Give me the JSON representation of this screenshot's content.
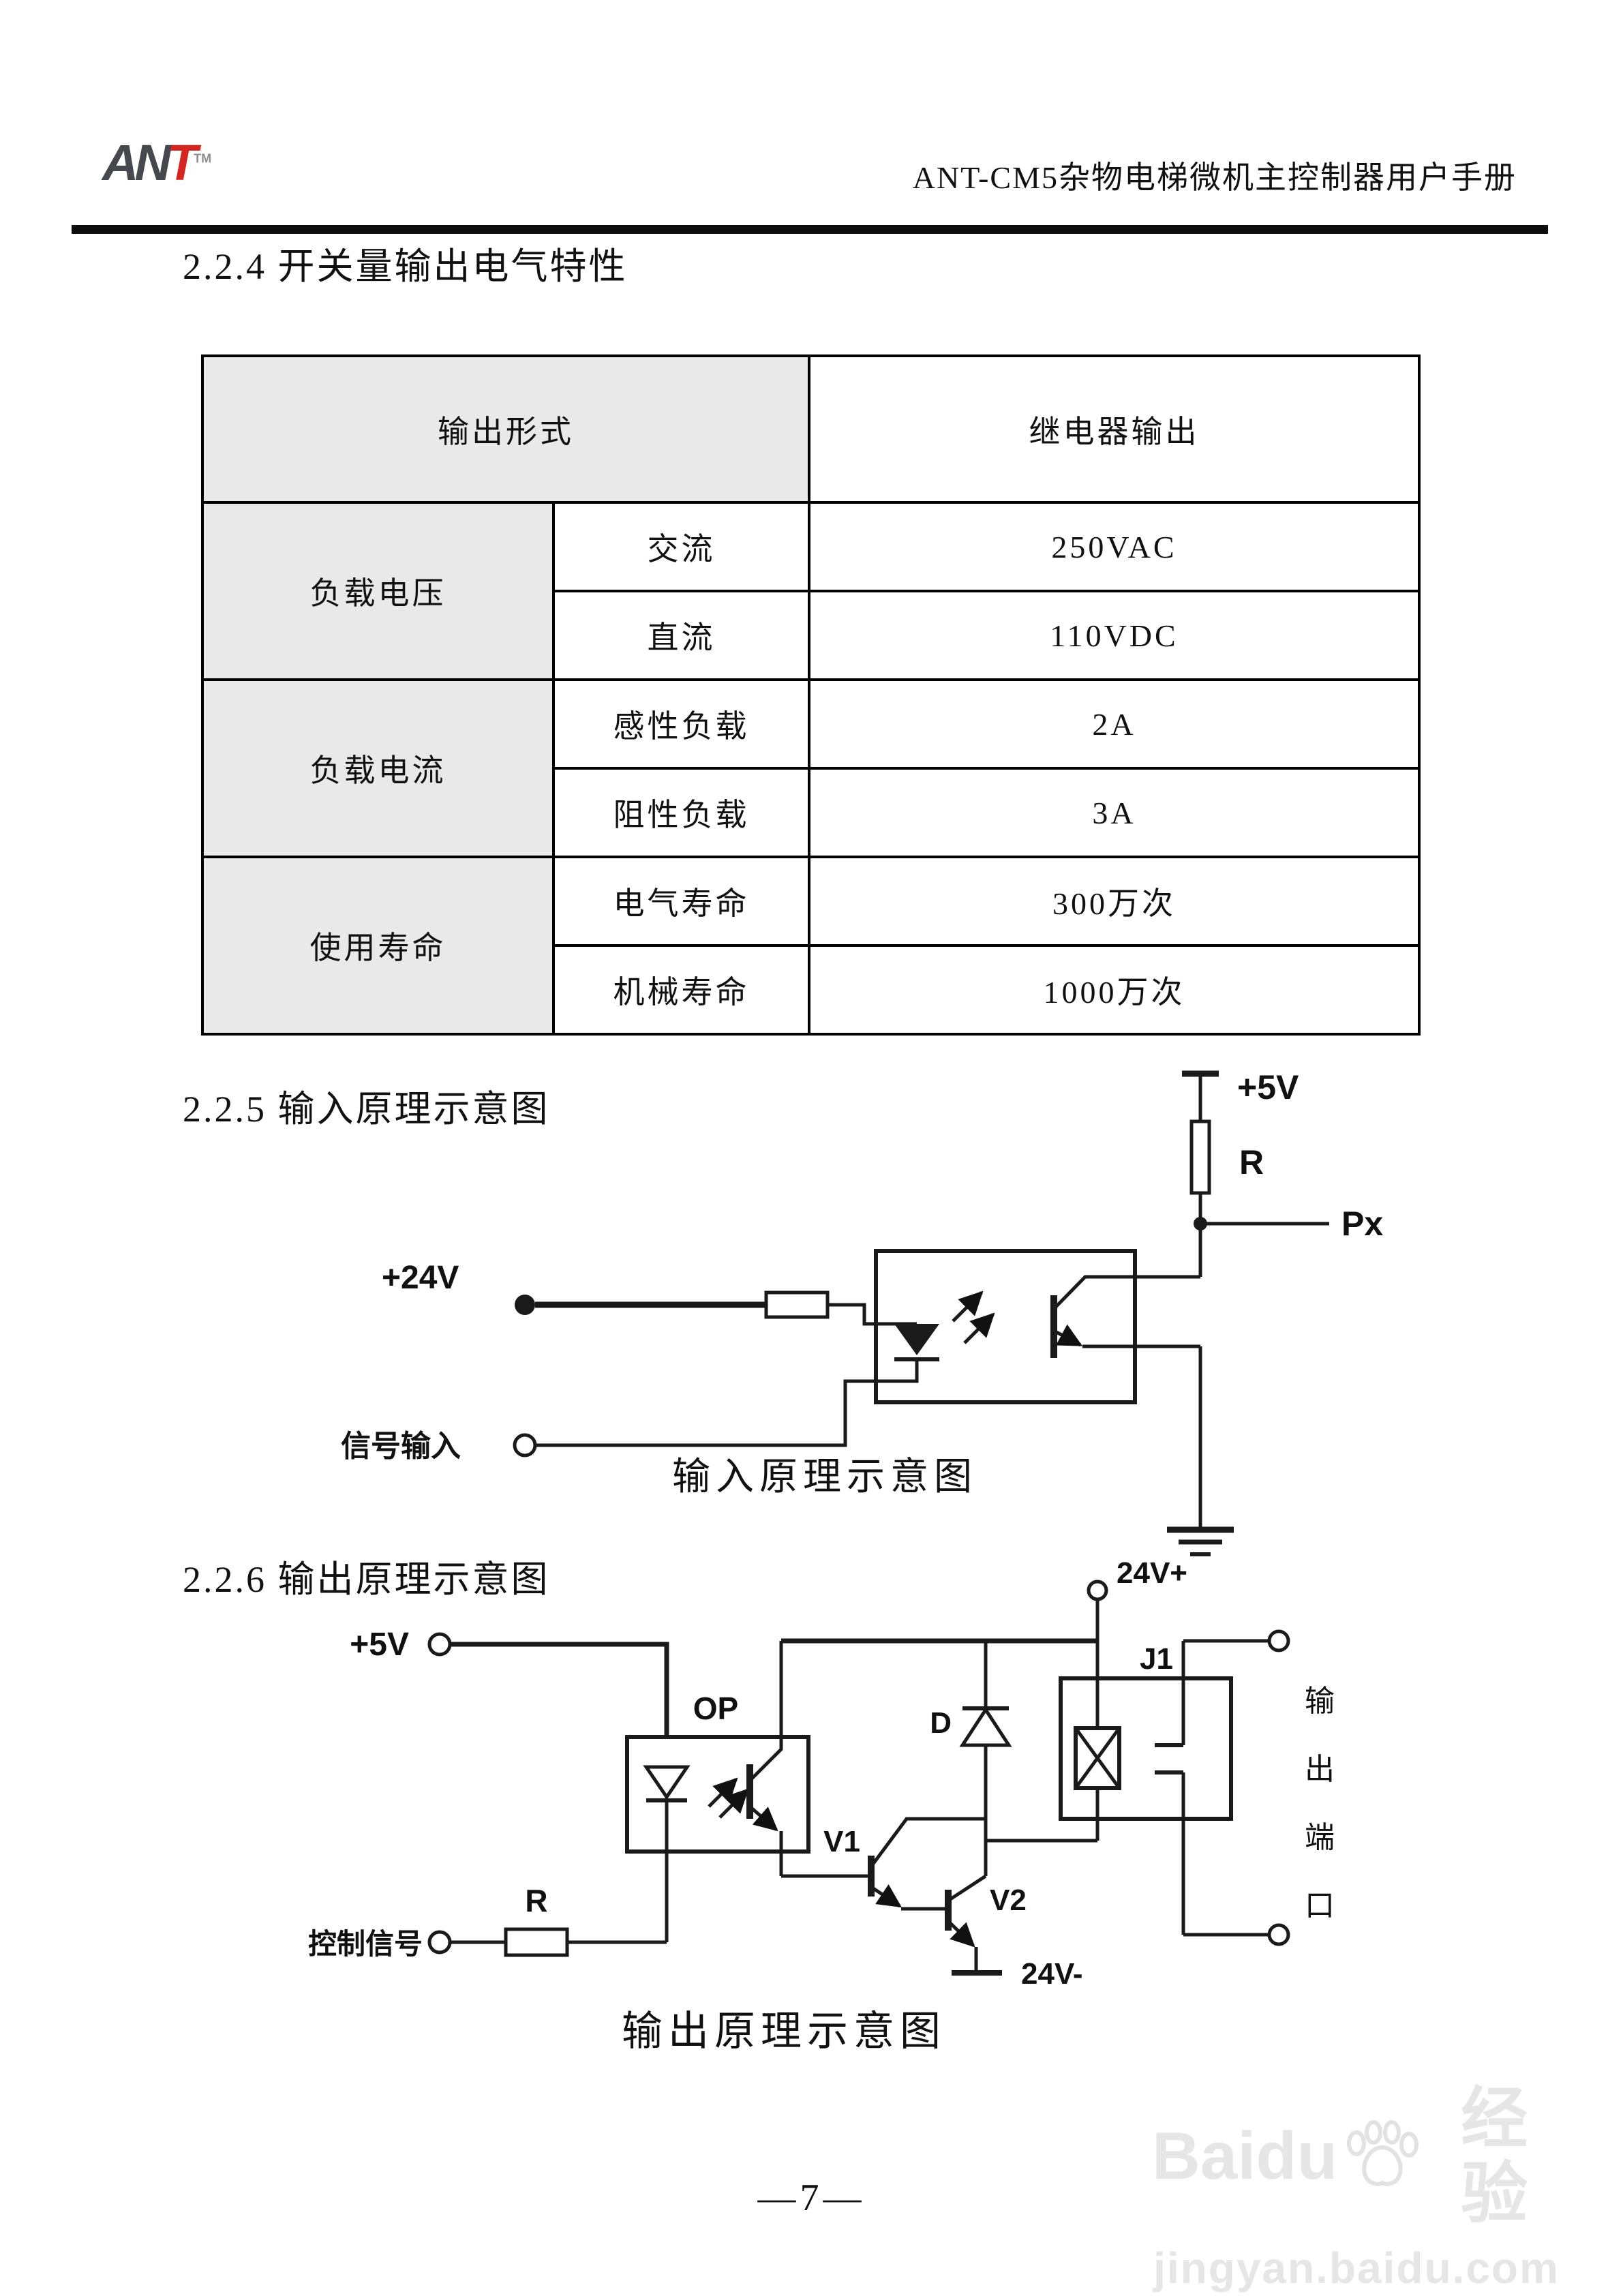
{
  "page": {
    "number": "—7—"
  },
  "header": {
    "logo": "AN",
    "logo_t": "T",
    "logo_tm": "TM",
    "manual_title": "ANT-CM5杂物电梯微机主控制器用户手册"
  },
  "sections": {
    "s1": "2.2.4 开关量输出电气特性",
    "s2": "2.2.5 输入原理示意图",
    "s3": "2.2.6 输出原理示意图"
  },
  "table": {
    "header_left": "输出形式",
    "header_right": "继电器输出",
    "groups": [
      {
        "label": "负载电压",
        "rows": [
          {
            "name": "交流",
            "value": "250VAC"
          },
          {
            "name": "直流",
            "value": "110VDC"
          }
        ]
      },
      {
        "label": "负载电流",
        "rows": [
          {
            "name": "感性负载",
            "value": "2A"
          },
          {
            "name": "阻性负载",
            "value": "3A"
          }
        ]
      },
      {
        "label": "使用寿命",
        "rows": [
          {
            "name": "电气寿命",
            "value": "300万次"
          },
          {
            "name": "机械寿命",
            "value": "1000万次"
          }
        ]
      }
    ]
  },
  "input_diagram": {
    "v5": "+5V",
    "r": "R",
    "px": "Px",
    "v24": "+24V",
    "signal": "信号输入",
    "caption": "输入原理示意图"
  },
  "output_diagram": {
    "v24p": "24V+",
    "j1": "J1",
    "v5": "+5V",
    "op": "OP",
    "d": "D",
    "r": "R",
    "ctrl": "控制信号",
    "v1": "V1",
    "v2": "V2",
    "v24m": "24V-",
    "port": [
      "输",
      "出",
      "端",
      "口"
    ],
    "caption": "输出原理示意图"
  },
  "watermark": {
    "brand": "Baidu",
    "suffix": "经验",
    "url": "jingyan.baidu.com"
  },
  "colors": {
    "accent_red": "#d6251f",
    "logo_gray": "#45484d",
    "table_header_bg": "#e9e9e9",
    "rule": "#0d0d0d",
    "watermark": "#e6e6e6"
  }
}
